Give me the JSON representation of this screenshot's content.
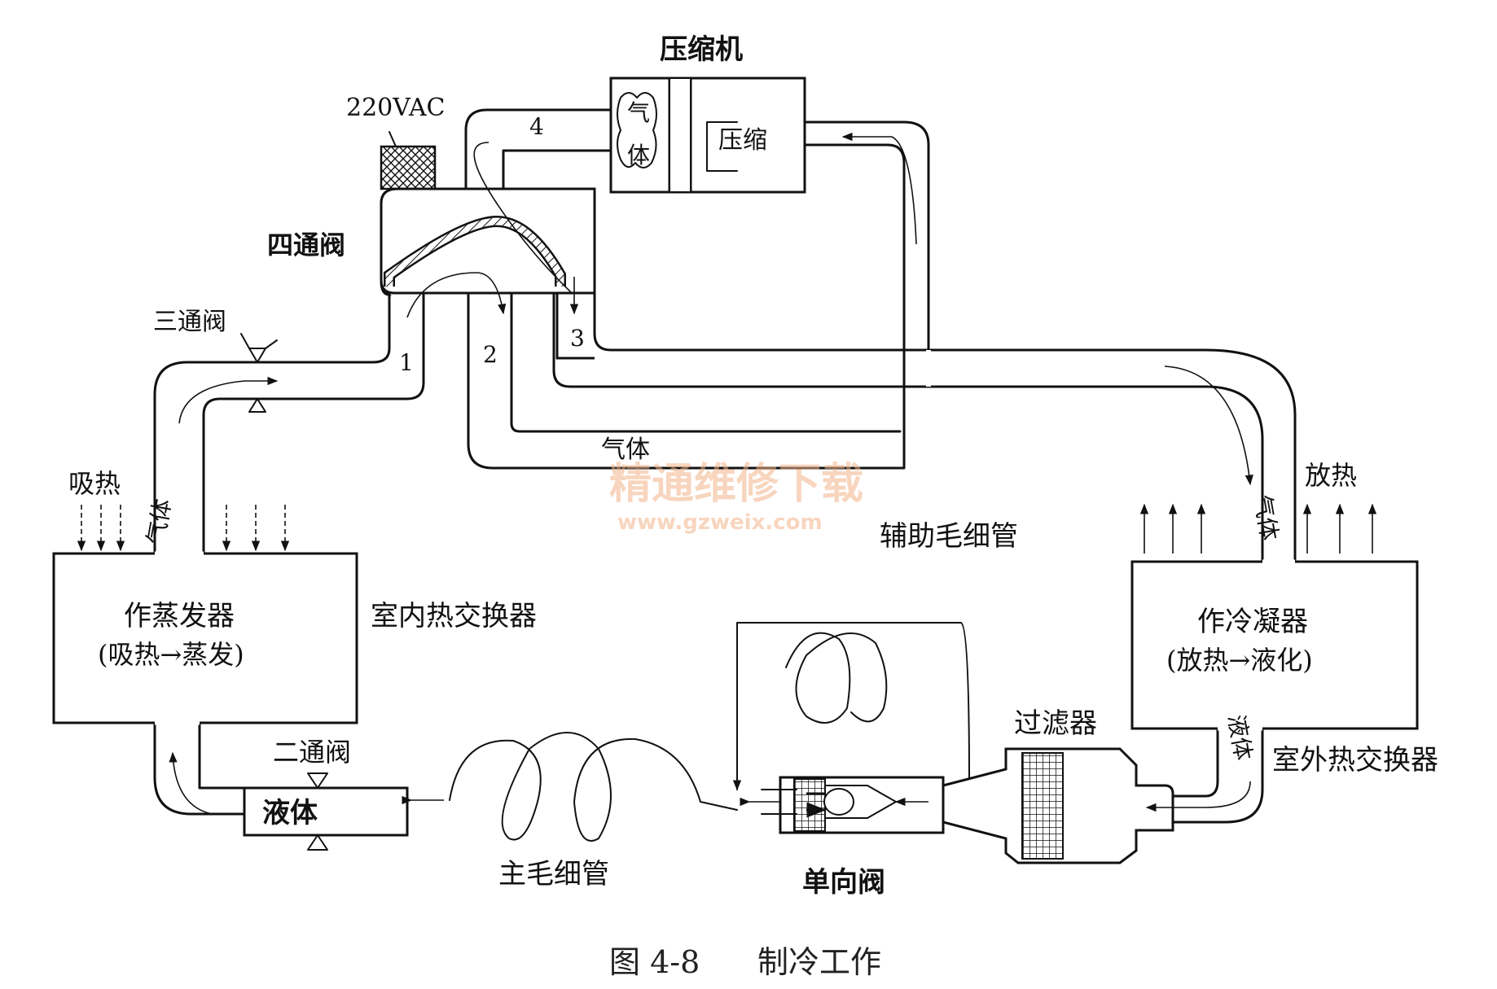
{
  "labels": {
    "compressor": "压缩机",
    "compressor_gas": "气",
    "compressor_gas2": "体",
    "compress": "压缩",
    "voltage": "220VAC",
    "four_way": "四通阀",
    "three_way": "三通阀",
    "port1": "1",
    "port2": "2",
    "port3": "3",
    "port4": "4",
    "gas_mid": "气体",
    "gas_left": "气体",
    "gas_right": "气体",
    "absorb_heat": "吸热",
    "release_heat": "放热",
    "evap_line1": "作蒸发器",
    "evap_line2": "(吸热→蒸发)",
    "indoor_hx": "室内热交换器",
    "aux_cap": "辅助毛细管",
    "cond_line1": "作冷凝器",
    "cond_line2": "(放热→液化)",
    "outdoor_hx": "室外热交换器",
    "filter": "过滤器",
    "liquid_right": "液体",
    "two_way": "二通阀",
    "liquid_left": "液体",
    "main_cap": "主毛细管",
    "check_valve": "单向阀"
  },
  "watermark": {
    "cn": "精通维修下载",
    "url": "www.gzweix.com"
  },
  "caption": {
    "fig": "图 4-8",
    "title": "制冷工作"
  }
}
